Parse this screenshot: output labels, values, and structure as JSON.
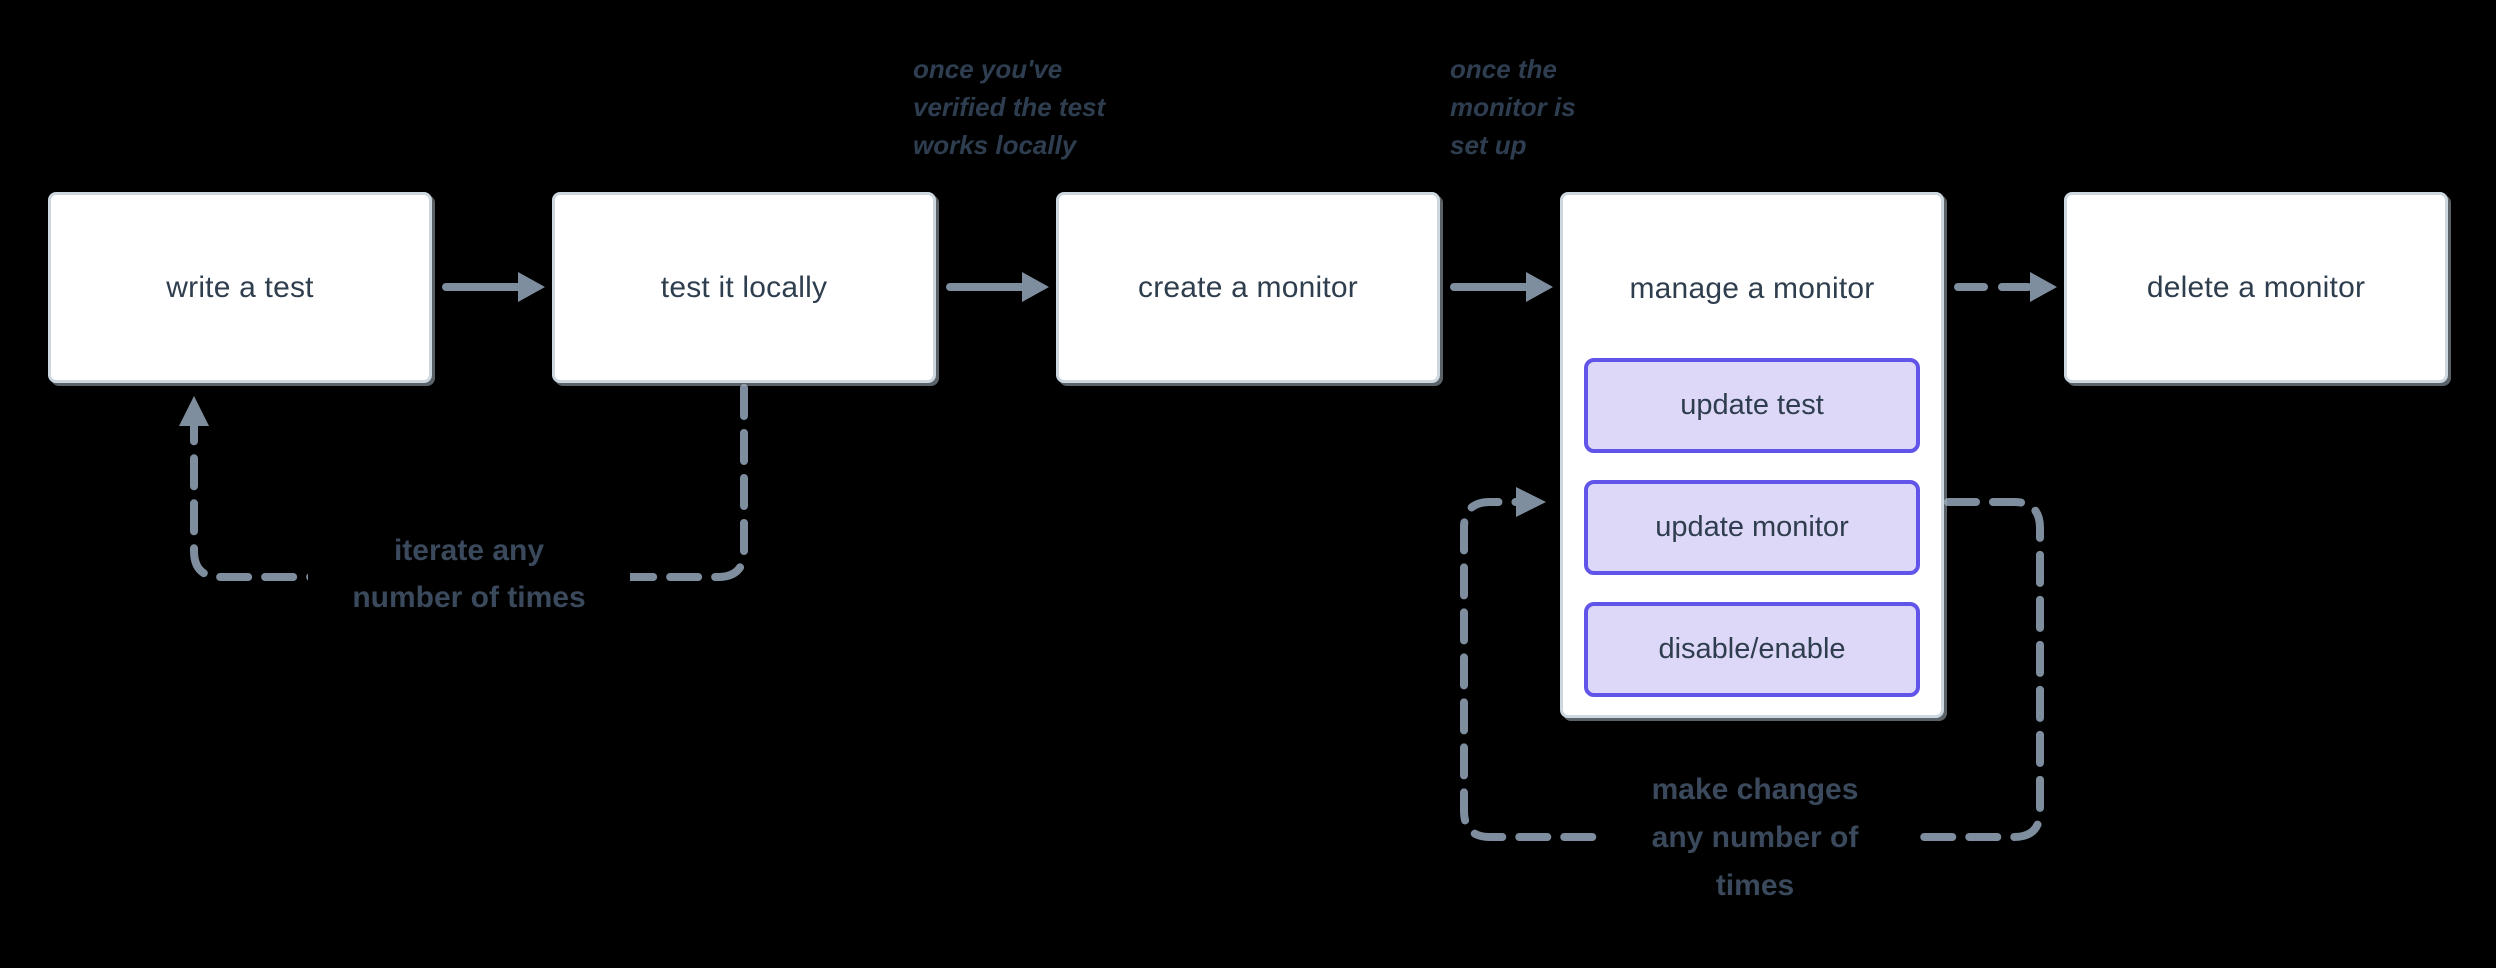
{
  "diagram": {
    "nodes": {
      "write_test": {
        "label": "write a test"
      },
      "test_locally": {
        "label": "test it locally"
      },
      "create_monitor": {
        "label": "create a monitor"
      },
      "manage_monitor": {
        "label": "manage a monitor"
      },
      "delete_monitor": {
        "label": "delete a monitor"
      }
    },
    "manage_actions": {
      "update_test": {
        "label": "update test"
      },
      "update_monitor": {
        "label": "update monitor"
      },
      "disable_enable": {
        "label": "disable/enable"
      }
    },
    "annotations": {
      "verified_locally": {
        "line1": "once you've",
        "line2": "verified the test",
        "line3": "works locally"
      },
      "monitor_setup": {
        "line1": "once the",
        "line2": "monitor is",
        "line3": "set up"
      }
    },
    "loop_labels": {
      "iterate": {
        "line1": "iterate any",
        "line2": "number of times"
      },
      "make_changes": {
        "line1": "make changes",
        "line2": "any number of",
        "line3": "times"
      }
    },
    "colors": {
      "background": "#000000",
      "node_fill": "#ffffff",
      "node_border": "#ccd7df",
      "node_text": "#2f3e4e",
      "connector": "#7e8e9f",
      "annotation_text": "#2e3e50",
      "loop_label_text": "#3a495c",
      "action_fill": "#ded8f8",
      "action_border": "#6154e8"
    }
  }
}
